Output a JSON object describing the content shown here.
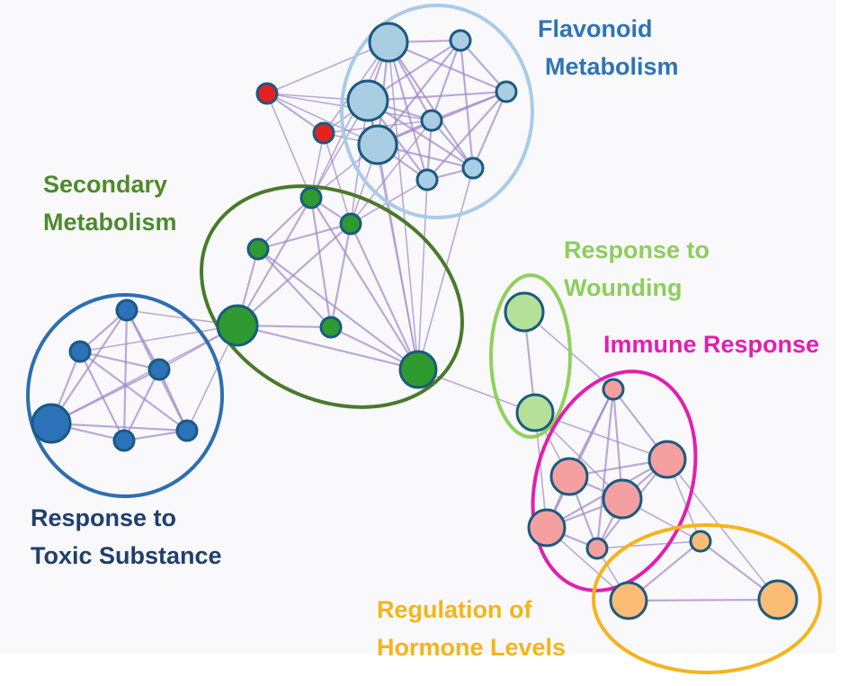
{
  "clusters": [
    {
      "id": "flavonoid",
      "title_lines": [
        "Flavonoid",
        "Metabolism"
      ],
      "color": "#2e74b5",
      "ring_color": "#a9cbe8",
      "node_fill": "#a9cde3"
    },
    {
      "id": "secondary",
      "title_lines": [
        "Secondary",
        "Metabolism"
      ],
      "color": "#4e8a2c",
      "ring_color": "#4a7a2a",
      "node_fill": "#2f9a2f"
    },
    {
      "id": "toxic",
      "title_lines": [
        "Response to",
        "Toxic Substance"
      ],
      "color": "#1f3f6e",
      "ring_color": "#2d6fb0",
      "node_fill": "#2c72b8"
    },
    {
      "id": "wounding",
      "title_lines": [
        "Response to",
        "Wounding"
      ],
      "color": "#8dce5a",
      "ring_color": "#8fd15d",
      "node_fill": "#b5e09a"
    },
    {
      "id": "immune",
      "title_lines": [
        "Immune Response"
      ],
      "color": "#e020b0",
      "ring_color": "#e020b0",
      "node_fill": "#f4a0a0"
    },
    {
      "id": "hormone",
      "title_lines": [
        "Regulation of",
        "Hormone Levels"
      ],
      "color": "#f5b41a",
      "ring_color": "#f5b41a",
      "node_fill": "#fbbd75"
    }
  ],
  "colors": {
    "edge": "#9f88c8",
    "node_stroke": "#1a5a80",
    "unclustered_node": "#e52020",
    "background": "#f9f9fb"
  }
}
